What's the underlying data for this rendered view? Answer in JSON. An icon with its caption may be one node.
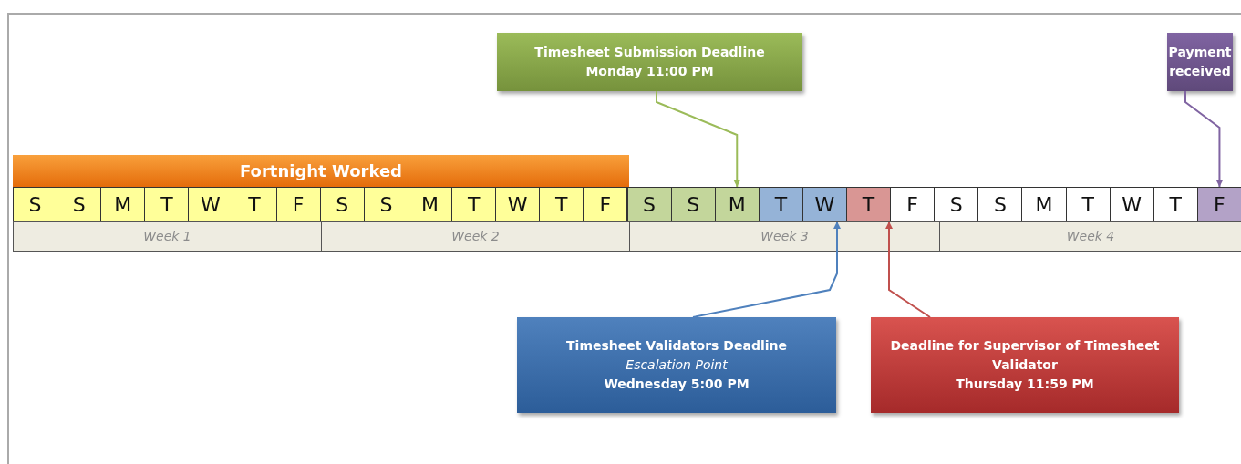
{
  "diagram": {
    "nodes": [
      {
        "text": [
          "Fortnight Worked"
        ]
      },
      {
        "text": [
          "S"
        ]
      },
      {
        "text": [
          "S"
        ]
      },
      {
        "text": [
          "M"
        ]
      },
      {
        "text": [
          "T"
        ]
      },
      {
        "text": [
          "W"
        ]
      },
      {
        "text": [
          "T"
        ]
      },
      {
        "text": [
          "F"
        ]
      },
      {
        "text": [
          "S"
        ]
      },
      {
        "text": [
          "S"
        ]
      },
      {
        "text": [
          "M"
        ]
      },
      {
        "text": [
          "T"
        ]
      },
      {
        "text": [
          "W"
        ]
      },
      {
        "text": [
          "T"
        ]
      },
      {
        "text": [
          "F"
        ]
      },
      {
        "text": [
          "S"
        ]
      },
      {
        "text": [
          "S"
        ]
      },
      {
        "text": [
          "M"
        ]
      },
      {
        "text": [
          "T"
        ]
      },
      {
        "text": [
          "W"
        ]
      },
      {
        "text": [
          "T"
        ]
      },
      {
        "text": [
          "F"
        ]
      },
      {
        "text": [
          "S"
        ]
      },
      {
        "text": [
          "S"
        ]
      },
      {
        "text": [
          "M"
        ]
      },
      {
        "text": [
          "T"
        ]
      },
      {
        "text": [
          "W"
        ]
      },
      {
        "text": [
          "T"
        ]
      },
      {
        "text": [
          "F"
        ]
      },
      {
        "text": [
          "Week 1"
        ]
      },
      {
        "text": [
          "Week 2"
        ]
      },
      {
        "text": [
          "Week 3"
        ]
      },
      {
        "text": [
          "Week 4"
        ]
      },
      {
        "text": [
          "Timesheet Submission Deadline",
          "Monday 11:00 PM"
        ]
      },
      {
        "text": [
          "Payment received"
        ]
      },
      {
        "text": [
          "Timesheet Validators Deadline",
          "Escalation Point",
          "Wednesday 5:00 PM"
        ]
      },
      {
        "text": [
          "Deadline for Supervisor of Timesheet Validator",
          "Thursday 11:59 PM"
        ]
      }
    ],
    "edges": [
      {
        "from": 33,
        "to": 17,
        "arrow": "to",
        "color": "#9bbb59"
      },
      {
        "from": 34,
        "to": 28,
        "arrow": "to",
        "color": "#8064a2"
      },
      {
        "from": 35,
        "to": 19,
        "arrow": "to",
        "color": "#4f81bd"
      },
      {
        "from": 36,
        "to": 20,
        "arrow": "to",
        "color": "#c0504d"
      }
    ]
  }
}
